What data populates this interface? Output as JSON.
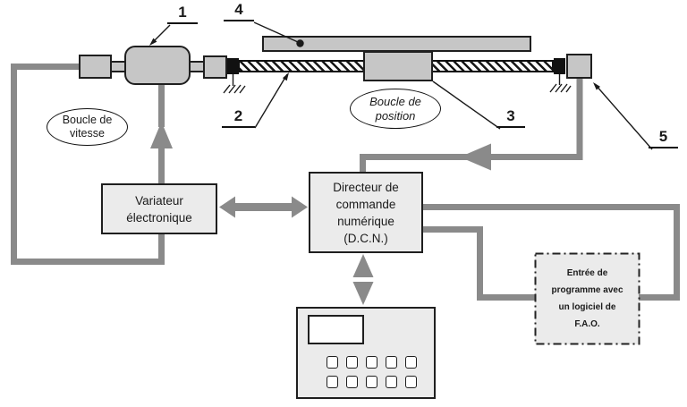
{
  "colors": {
    "mech": "#c6c6c6",
    "panel": "#ebebeb",
    "wire": "#8a8a8a",
    "outline": "#1a1a1a",
    "bg": "#ffffff"
  },
  "callouts": [
    "1",
    "2",
    "3",
    "4",
    "5"
  ],
  "ellipses": {
    "speed": [
      "Boucle de",
      "vitesse"
    ],
    "position": [
      "Boucle de",
      "position"
    ]
  },
  "boxes": {
    "variateur": [
      "Variateur",
      "électronique"
    ],
    "dcn": [
      "Directeur de",
      "commande",
      "numérique",
      "(D.C.N.)"
    ],
    "fao": [
      "Entrée de",
      "programme avec",
      "un logiciel de",
      "F.A.O."
    ]
  }
}
